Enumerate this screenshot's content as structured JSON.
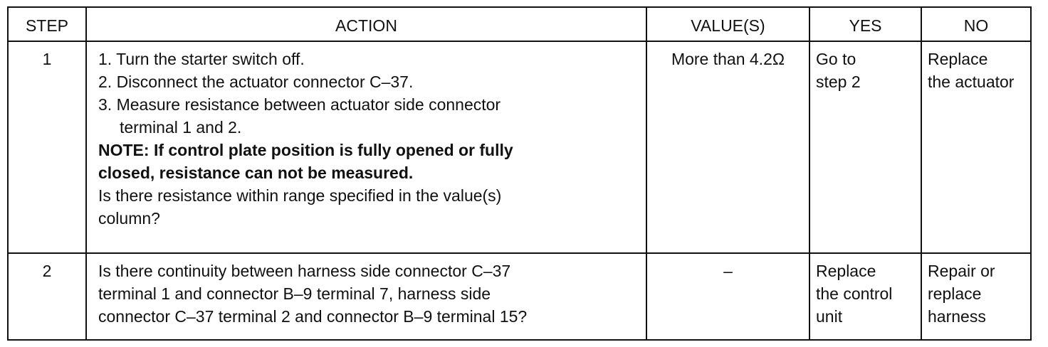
{
  "table": {
    "headers": {
      "step": "STEP",
      "action": "ACTION",
      "values": "VALUE(S)",
      "yes": "YES",
      "no": "NO"
    },
    "rows": [
      {
        "step": "1",
        "action": {
          "items": [
            "1. Turn the starter switch off.",
            "2. Disconnect the actuator connector C–37.",
            "3. Measure resistance between actuator side connector",
            "terminal 1 and 2."
          ],
          "note": [
            "NOTE: If control plate position is fully opened or fully",
            "closed, resistance can not be measured."
          ],
          "question": [
            "Is there resistance within range specified in the value(s)",
            "column?"
          ]
        },
        "value": "More than 4.2Ω",
        "yes": [
          "Go to",
          "step 2"
        ],
        "no": [
          "Replace",
          "the actuator"
        ]
      },
      {
        "step": "2",
        "action": {
          "question": [
            "Is there continuity between harness side connector C–37",
            "terminal 1 and connector B–9 terminal 7, harness side",
            "connector C–37 terminal 2 and connector B–9 terminal 15?"
          ]
        },
        "value": "–",
        "yes": [
          "Replace",
          "the control",
          "unit"
        ],
        "no": [
          "Repair or",
          "replace",
          "harness"
        ]
      }
    ]
  }
}
